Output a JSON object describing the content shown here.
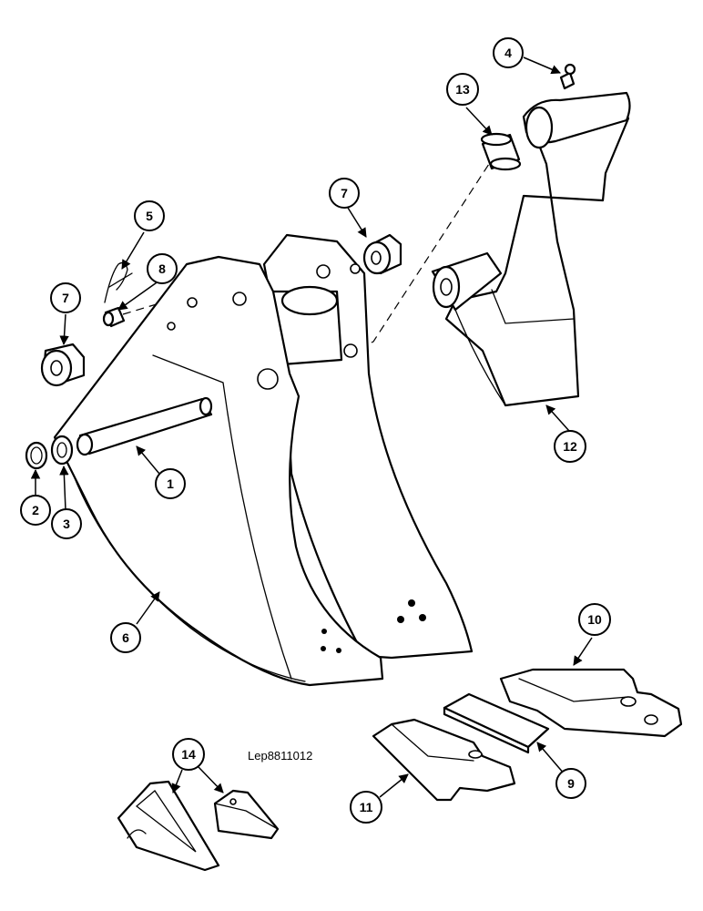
{
  "drawing_ref": "Lep8811012",
  "callouts": [
    {
      "id": "1",
      "label": "1"
    },
    {
      "id": "2",
      "label": "2"
    },
    {
      "id": "3",
      "label": "3"
    },
    {
      "id": "4",
      "label": "4"
    },
    {
      "id": "5",
      "label": "5"
    },
    {
      "id": "6",
      "label": "6"
    },
    {
      "id": "7a",
      "label": "7"
    },
    {
      "id": "7b",
      "label": "7"
    },
    {
      "id": "8",
      "label": "8"
    },
    {
      "id": "9",
      "label": "9"
    },
    {
      "id": "10",
      "label": "10"
    },
    {
      "id": "11",
      "label": "11"
    },
    {
      "id": "12",
      "label": "12"
    },
    {
      "id": "13",
      "label": "13"
    },
    {
      "id": "14",
      "label": "14"
    }
  ]
}
